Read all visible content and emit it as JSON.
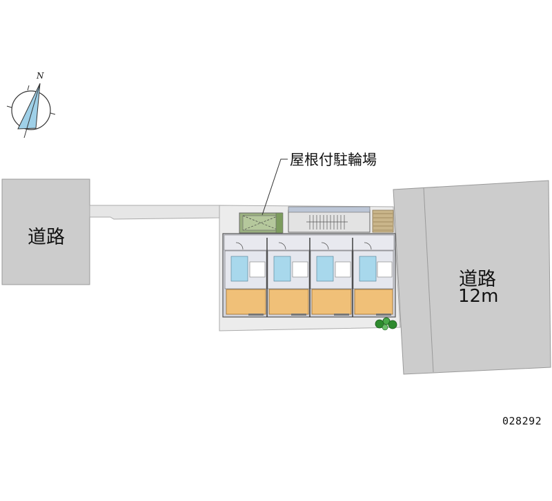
{
  "compass": {
    "north_label": "N",
    "icon": "compass-rose-icon"
  },
  "roads": {
    "left": {
      "label": "道路"
    },
    "right": {
      "label": "道路",
      "width": "12m"
    }
  },
  "facilities": {
    "bike_parking": {
      "label": "屋根付駐輪場"
    }
  },
  "map_id": "028292",
  "colors": {
    "road": "#cccccc",
    "path": "#e9e9e9",
    "building_wall": "#d2d4dc",
    "room_floor": "#f0c078",
    "bath": "#a8d8ec",
    "bike_parking_fill": "#9ab080",
    "plants": "#2e8a2e"
  }
}
